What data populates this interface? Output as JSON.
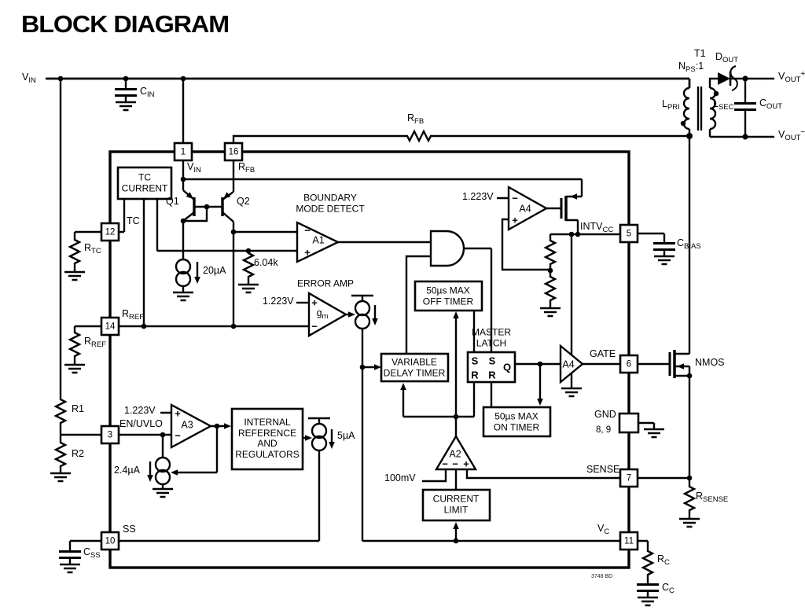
{
  "title": "BLOCK DIAGRAM",
  "note": "3748 BD",
  "io": {
    "vin": {
      "main": "V",
      "sub": "IN"
    },
    "vout_plus": {
      "main": "V",
      "sub": "OUT",
      "tail": "+"
    },
    "vout_minus": {
      "main": "V",
      "sub": "OUT",
      "tail": "−"
    }
  },
  "transformer": {
    "t1": "T1",
    "nps": {
      "main": "N",
      "sub": "PS",
      "tail": ":1"
    },
    "dout": {
      "main": "D",
      "sub": "OUT"
    },
    "lpri": {
      "main": "L",
      "sub": "PRI"
    },
    "lsec": {
      "main": "L",
      "sub": "SEC"
    }
  },
  "components": {
    "cin": {
      "main": "C",
      "sub": "IN"
    },
    "cout": {
      "main": "C",
      "sub": "OUT"
    },
    "cbias": {
      "main": "C",
      "sub": "BIAS"
    },
    "css": {
      "main": "C",
      "sub": "SS"
    },
    "cc": {
      "main": "C",
      "sub": "C"
    },
    "rc": {
      "main": "R",
      "sub": "C"
    },
    "rfb": {
      "main": "R",
      "sub": "FB"
    },
    "rtc": {
      "main": "R",
      "sub": "TC"
    },
    "rref": {
      "main": "R",
      "sub": "REF"
    },
    "rsense": {
      "main": "R",
      "sub": "SENSE"
    },
    "r1": "R1",
    "r2": "R2",
    "nmos": "NMOS",
    "q1": "Q1",
    "q2": "Q2"
  },
  "pins": {
    "p1": {
      "num": "1",
      "label": {
        "main": "V",
        "sub": "IN"
      }
    },
    "p16": {
      "num": "16",
      "label": {
        "main": "R",
        "sub": "FB"
      }
    },
    "p12": {
      "num": "12",
      "label": {
        "main": "TC"
      }
    },
    "p14": {
      "num": "14",
      "label": {
        "main": "R",
        "sub": "REF"
      }
    },
    "p3": {
      "num": "3",
      "label": {
        "main": "EN/UVLO"
      }
    },
    "p10": {
      "num": "10",
      "label": {
        "main": "SS"
      }
    },
    "p5": {
      "num": "5",
      "label": {
        "main": "INTV",
        "sub": "CC"
      }
    },
    "p6": {
      "num": "6",
      "label": {
        "main": "GATE"
      }
    },
    "p89": {
      "num": "8, 9",
      "label": {
        "main": "GND"
      }
    },
    "p7": {
      "num": "7",
      "label": {
        "main": "SENSE"
      }
    },
    "p11": {
      "num": "11",
      "label": {
        "main": "V",
        "sub": "C"
      }
    }
  },
  "blocks": {
    "tc_current": "TC\nCURRENT",
    "boundary": "BOUNDARY\nMODE DETECT",
    "error_amp": "ERROR AMP",
    "off_timer": "50µs MAX\nOFF TIMER",
    "on_timer": "50µs MAX\nON TIMER",
    "master_latch": "MASTER\nLATCH",
    "delay_timer": "VARIABLE\nDELAY TIMER",
    "int_ref": "INTERNAL\nREFERENCE\nAND\nREGULATORS",
    "current_limit": "CURRENT\nLIMIT"
  },
  "amps": {
    "a1": {
      "name": "A1",
      "minus": "−",
      "plus": "+"
    },
    "gm": {
      "name": {
        "main": "g",
        "sub": "m"
      },
      "plus": "+",
      "minus": "−"
    },
    "a3": {
      "name": "A3",
      "plus": "+",
      "minus": "−"
    },
    "a4_reg": {
      "name": "A4",
      "minus": "−",
      "plus": "+"
    },
    "a4_drv": {
      "name": "A4"
    },
    "a2": {
      "name": "A2",
      "in_left": "−",
      "in_mid": "−",
      "in_right": "+"
    }
  },
  "latch": {
    "s1": "S",
    "s2": "S",
    "q": "Q",
    "r1": "R",
    "r2": "R"
  },
  "values": {
    "i_tail": "20µA",
    "r_detect": "6.04k",
    "vref_erramp": "1.223V",
    "vref_reg": "1.223V",
    "vref_uvlo": "1.223V",
    "i_ss": "5µA",
    "i_hyst": "2.4µA",
    "v_ilim": "100mV"
  }
}
